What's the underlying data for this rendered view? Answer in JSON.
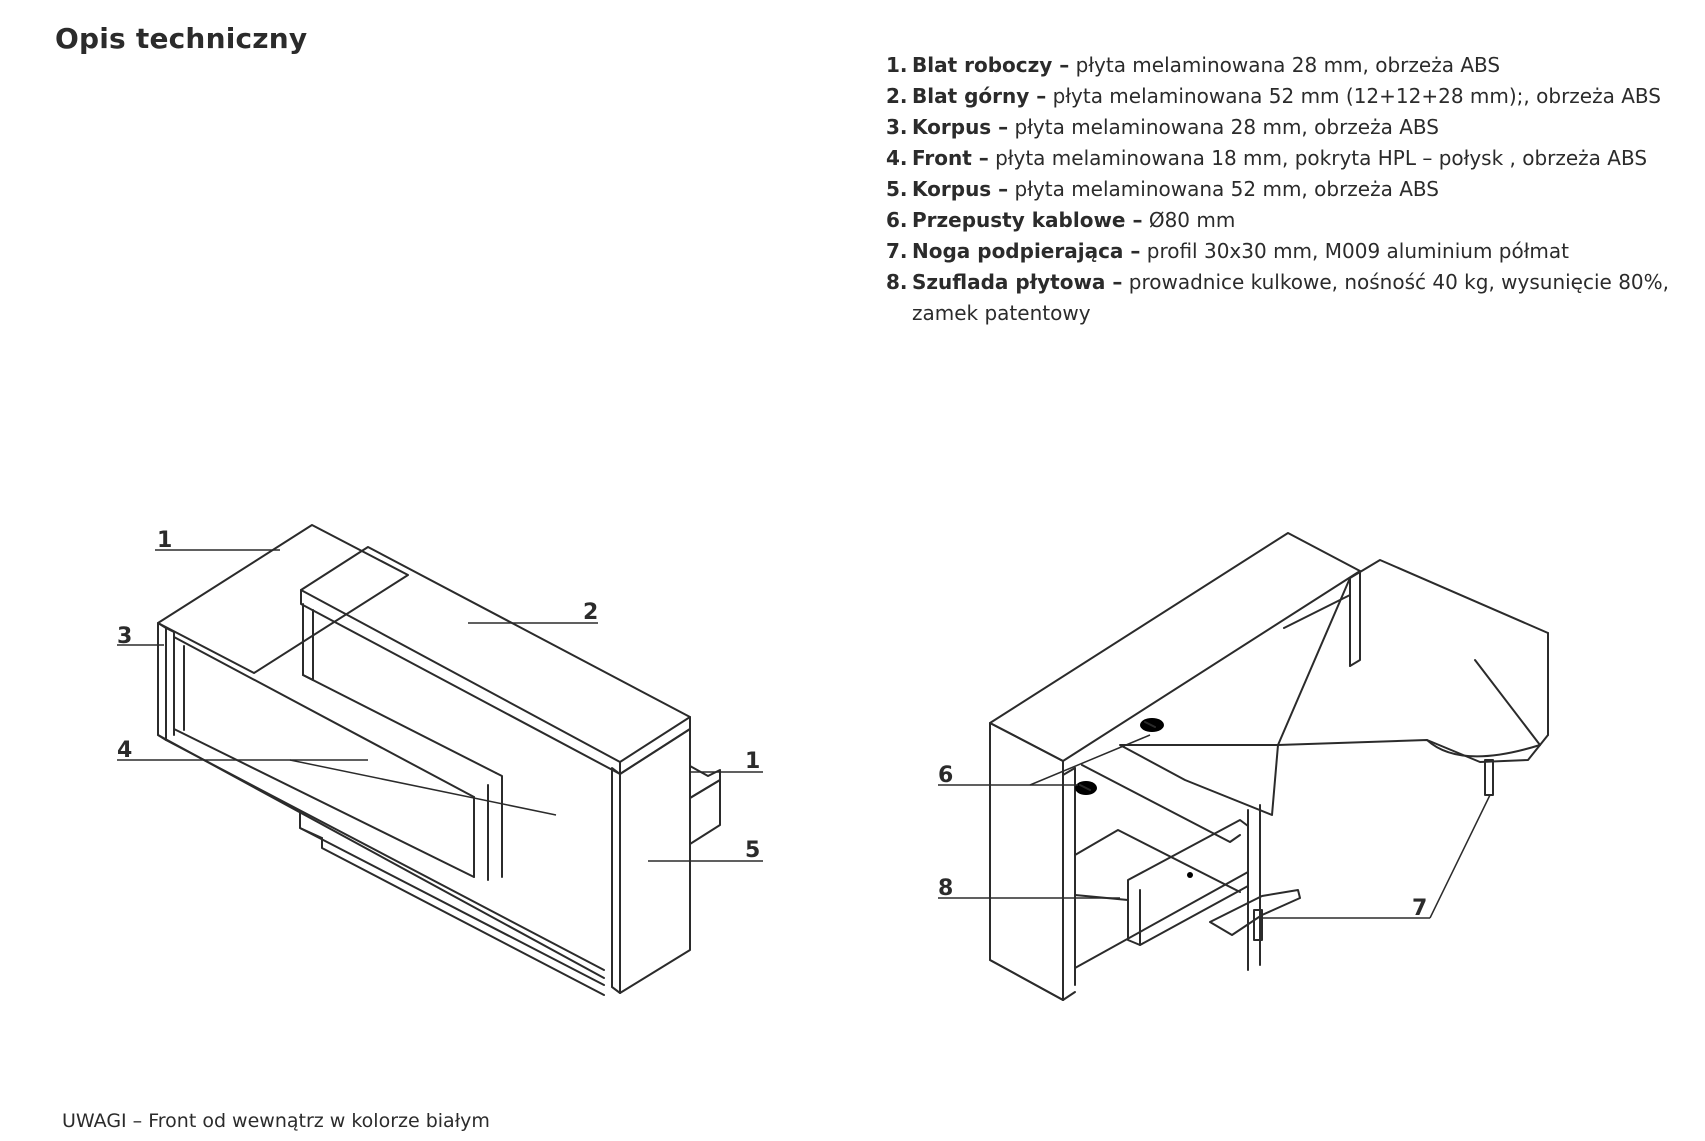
{
  "title": "Opis techniczny",
  "specs": [
    {
      "num": "1.",
      "name": "Blat roboczy –",
      "desc": " płyta melaminowana 28 mm, obrzeża ABS"
    },
    {
      "num": "2.",
      "name": "Blat górny –",
      "desc": " płyta melaminowana 52 mm (12+12+28 mm);, obrzeża ABS"
    },
    {
      "num": "3.",
      "name": "Korpus –",
      "desc": " płyta melaminowana 28 mm, obrzeża ABS"
    },
    {
      "num": "4.",
      "name": "Front –",
      "desc": " płyta melaminowana 18 mm, pokryta HPL – połysk , obrzeża ABS"
    },
    {
      "num": "5.",
      "name": "Korpus –",
      "desc": " płyta melaminowana 52 mm, obrzeża ABS"
    },
    {
      "num": "6.",
      "name": "Przepusty kablowe –",
      "desc": " Ø80 mm"
    },
    {
      "num": "7.",
      "name": "Noga podpierająca –",
      "desc": " profil 30x30 mm, M009 aluminium półmat"
    },
    {
      "num": "8.",
      "name": "Szuflada płytowa –",
      "desc": " prowadnice kulkowe, nośność 40 kg, wysunięcie 80%, zamek patentowy"
    }
  ],
  "left_view": {
    "labels": {
      "l1": "1",
      "l2": "2",
      "l3": "3",
      "l4": "4",
      "l1b": "1",
      "l5": "5"
    }
  },
  "right_view": {
    "labels": {
      "l6": "6",
      "l8": "8",
      "l7": "7"
    }
  },
  "notes": "UWAGI – Front od wewnątrz w kolorze białym"
}
